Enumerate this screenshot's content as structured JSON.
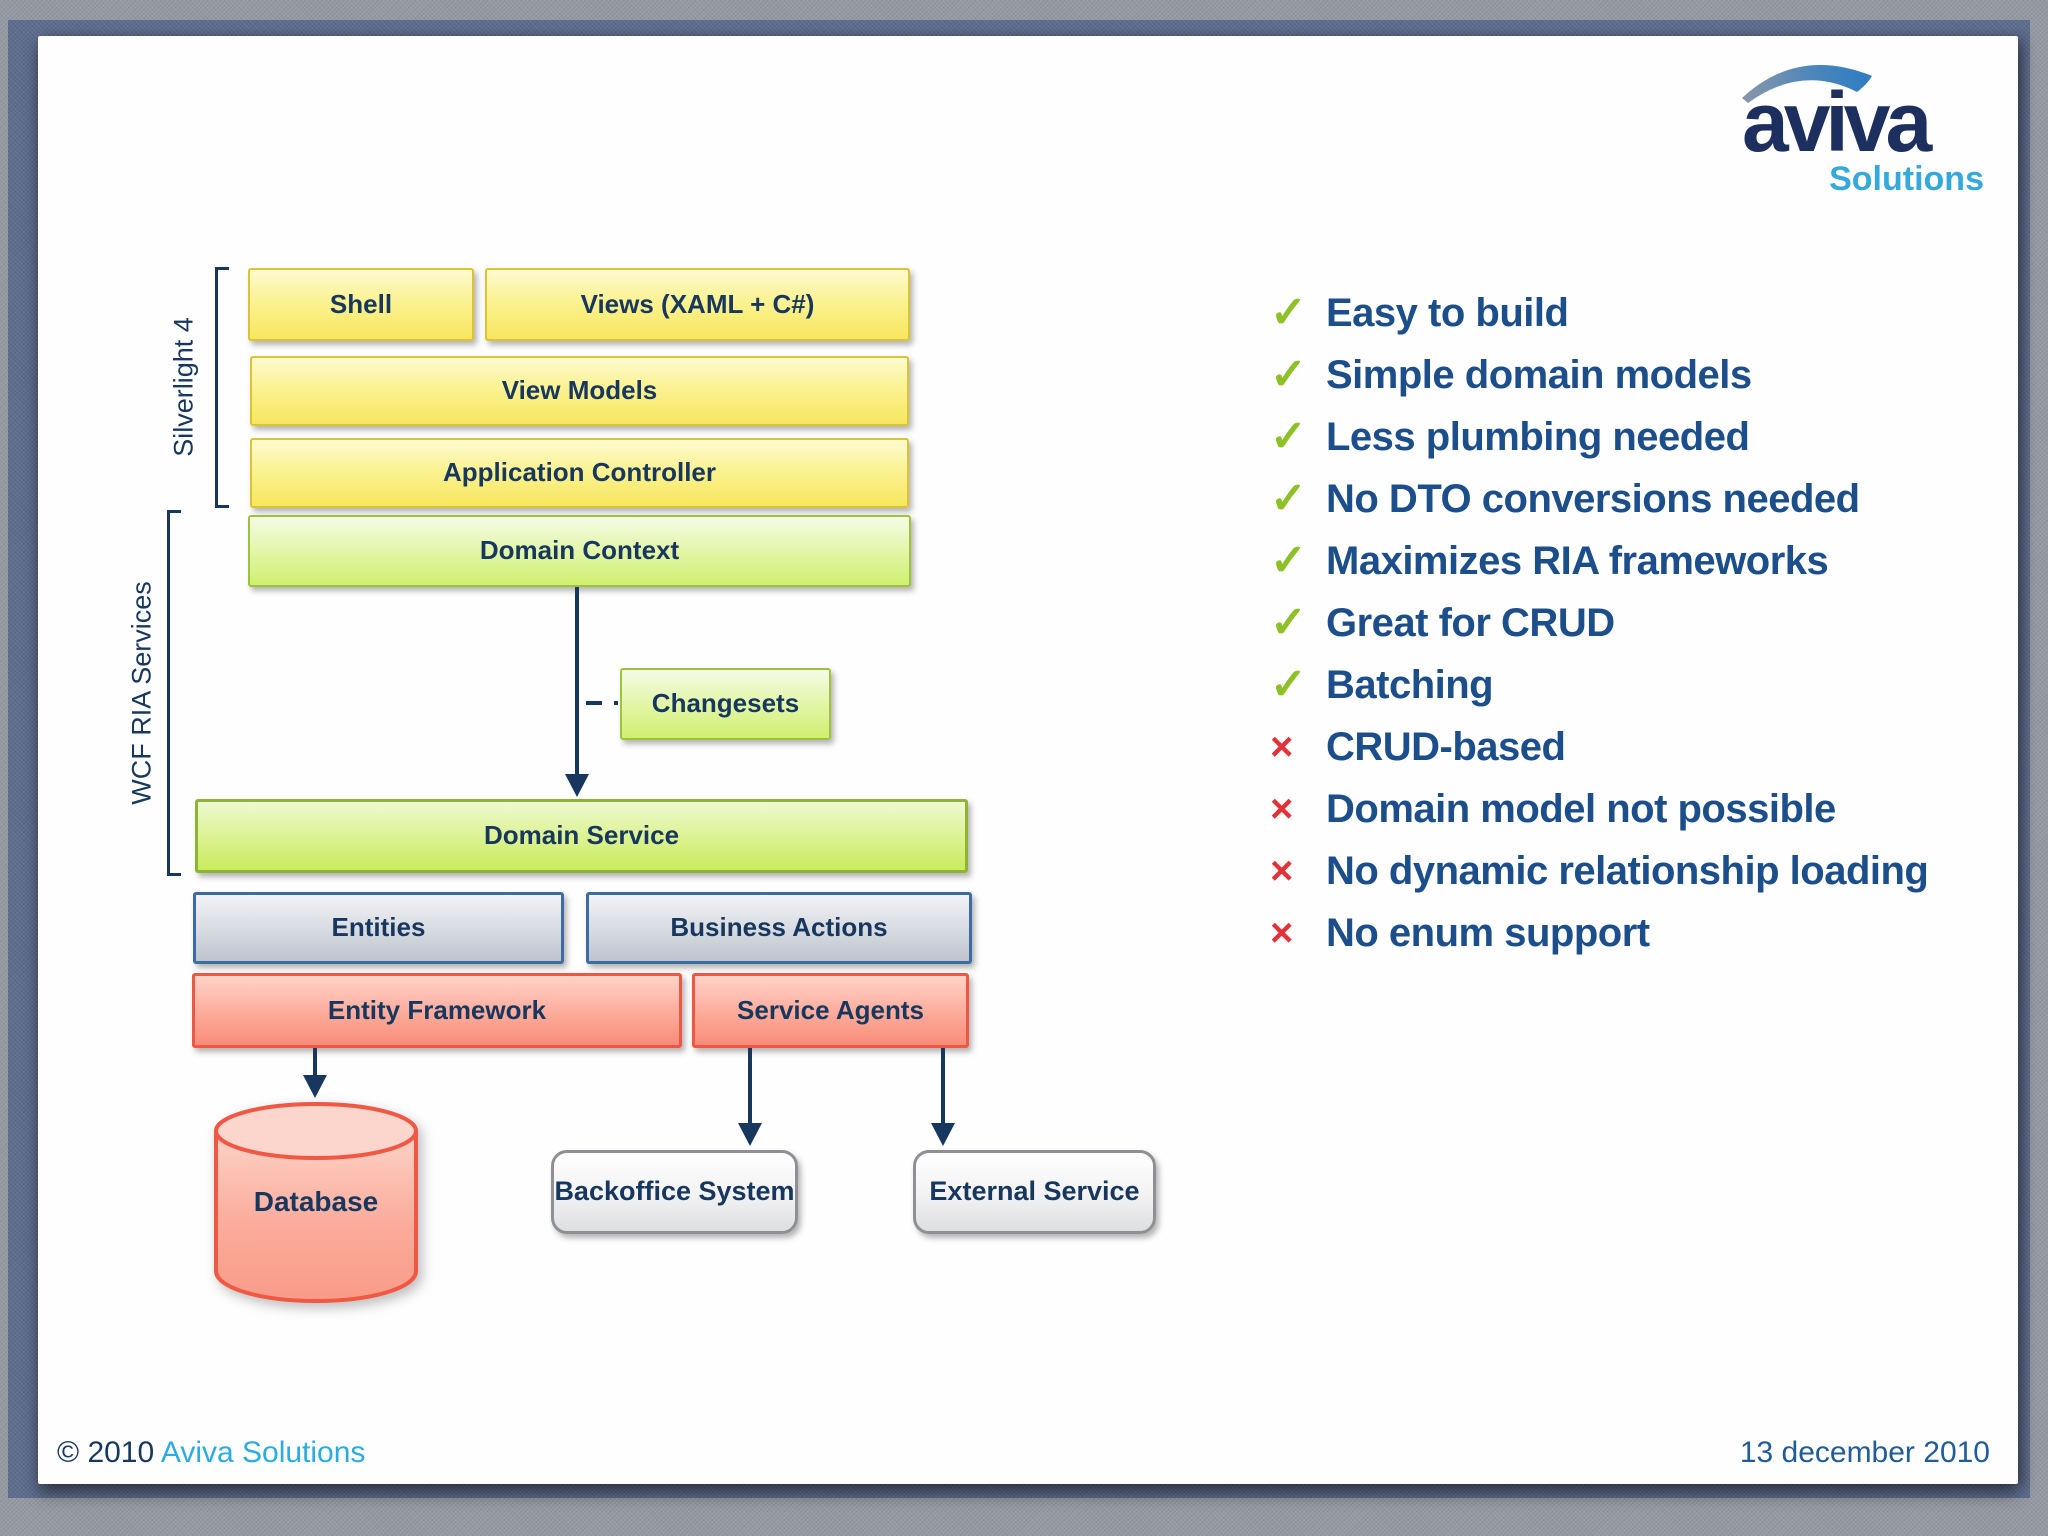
{
  "logo": {
    "name": "aviva",
    "tagline": "Solutions"
  },
  "diagram": {
    "brackets": {
      "silverlight": "Silverlight 4",
      "wcf": "WCF RIA Services"
    },
    "boxes": {
      "shell": "Shell",
      "views": "Views (XAML + C#)",
      "view_models": "View Models",
      "app_controller": "Application Controller",
      "domain_context": "Domain Context",
      "changesets": "Changesets",
      "domain_service": "Domain Service",
      "entities": "Entities",
      "business_actions": "Business Actions",
      "entity_framework": "Entity Framework",
      "service_agents": "Service Agents",
      "database": "Database",
      "backoffice_system": "Backoffice System",
      "external_service": "External Service"
    }
  },
  "markers": {
    "check": "✓",
    "cross": "×"
  },
  "pros_cons": {
    "items": [
      {
        "type": "pro",
        "text": "Easy to build"
      },
      {
        "type": "pro",
        "text": "Simple domain models"
      },
      {
        "type": "pro",
        "text": "Less plumbing needed"
      },
      {
        "type": "pro",
        "text": "No DTO conversions needed"
      },
      {
        "type": "pro",
        "text": "Maximizes RIA frameworks"
      },
      {
        "type": "pro",
        "text": "Great for CRUD"
      },
      {
        "type": "pro",
        "text": "Batching"
      },
      {
        "type": "con",
        "text": "CRUD-based"
      },
      {
        "type": "con",
        "text": "Domain model not possible"
      },
      {
        "type": "con",
        "text": "No dynamic relationship loading"
      },
      {
        "type": "con",
        "text": "No enum support"
      }
    ]
  },
  "footer": {
    "copyright_prefix": "© 2010 ",
    "company": "Aviva Solutions",
    "date": "13 december 2010"
  },
  "colors": {
    "navy_text": "#17375E",
    "list_blue": "#1B4E8B",
    "check_green": "#8DC127",
    "cross_red": "#E23238",
    "footer_link_cyan": "#2AACE3",
    "date_blue": "#1F5C99",
    "yellow_box_border": "#DCC235",
    "green_box_border": "#9DC23D",
    "bluegray_box_border": "#3D6CA5",
    "salmon_box_border": "#EE5743",
    "frame_steel_blue": "#5E6D8F"
  }
}
